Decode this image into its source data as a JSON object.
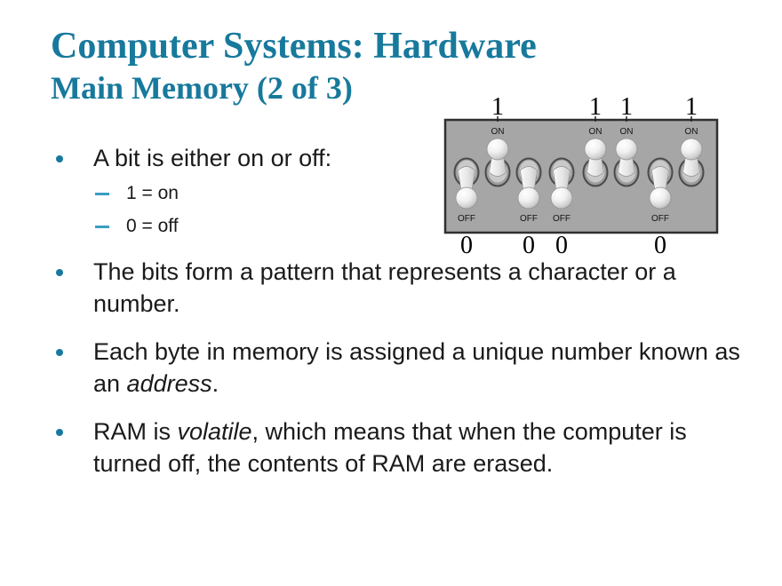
{
  "slide": {
    "title": "Computer Systems: Hardware",
    "subtitle": "Main Memory (2 of 3)",
    "accent_color": "#17799c",
    "bullet_dot_color": "#1878a0",
    "bullet_dash_color": "#3a9ec2"
  },
  "bullets": {
    "b1": "A bit is either on or off:",
    "sub1": "1 = on",
    "sub2": "0 = off",
    "b2": "The bits form a pattern that represents a character or a number.",
    "b3_pre": "Each byte in memory is assigned a unique number known as an ",
    "b3_italic": "address",
    "b3_post": ".",
    "b4_pre": "RAM is ",
    "b4_italic": "volatile",
    "b4_post": ", which means that when the computer is turned off, the contents of RAM are erased."
  },
  "diagram": {
    "bits": [
      0,
      1,
      0,
      0,
      1,
      1,
      0,
      1
    ],
    "on_label": "ON",
    "off_label": "OFF",
    "one_label": "1",
    "zero_label": "0",
    "panel_color": "#a6a6a6",
    "panel_border_color": "#2f2f2f",
    "switch_centers_x": [
      27,
      62,
      97,
      134,
      172,
      207,
      245,
      280
    ]
  }
}
